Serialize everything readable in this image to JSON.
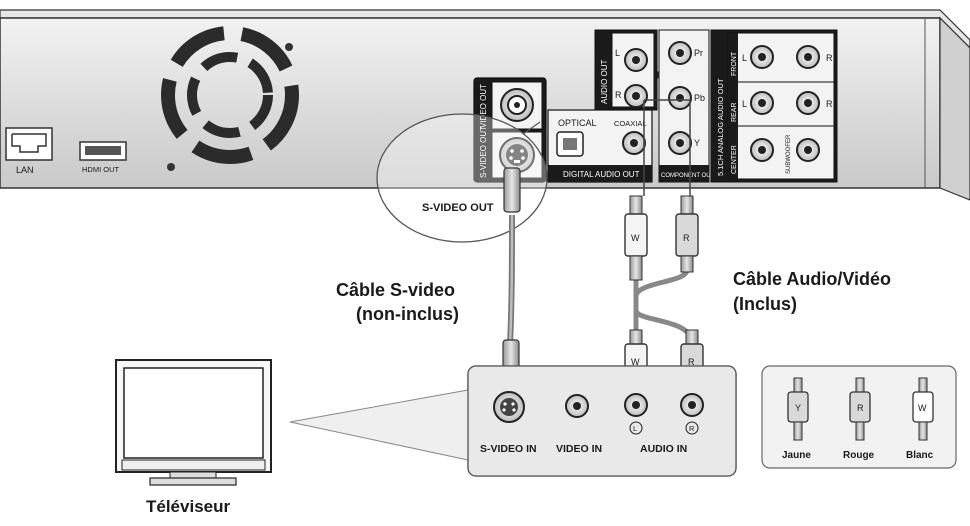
{
  "player": {
    "lan_label": "LAN",
    "hdmi_label": "HDMI OUT",
    "video_out_label": "VIDEO OUT",
    "svideo_out_side_label": "S-VIDEO OUT",
    "optical_label": "OPTICAL",
    "coaxial_label": "COAXIAL",
    "digital_audio_out_label": "DIGITAL AUDIO OUT",
    "audio_out_label": "AUDIO OUT",
    "audio_l": "L",
    "audio_r": "R",
    "comp_pr": "Pr",
    "comp_pb": "Pb",
    "comp_y": "Y",
    "component_out_label": "COMPONENT OUT",
    "analog_51_label": "5.1CH ANALOG AUDIO OUT",
    "front_label": "FRONT",
    "rear_label": "REAR",
    "center_label": "CENTER",
    "subwoofer_label": "SUBWOOFER",
    "front_l": "L",
    "front_r": "R",
    "rear_l": "L",
    "rear_r": "R"
  },
  "callout": {
    "svideo_out": "S-VIDEO OUT"
  },
  "cables": {
    "svideo_title": "Câble S-video",
    "svideo_sub": "(non-inclus)",
    "av_title": "Câble Audio/Vidéo",
    "av_sub": "(Inclus)",
    "plug_w": "W",
    "plug_r": "R"
  },
  "tv": {
    "label": "Téléviseur",
    "svideo_in": "S-VIDEO IN",
    "video_in": "VIDEO IN",
    "audio_in": "AUDIO IN",
    "audio_in_l": "L",
    "audio_in_r": "R"
  },
  "legend": {
    "items": [
      {
        "letter": "Y",
        "name": "Jaune"
      },
      {
        "letter": "R",
        "name": "Rouge"
      },
      {
        "letter": "W",
        "name": "Blanc"
      }
    ]
  }
}
